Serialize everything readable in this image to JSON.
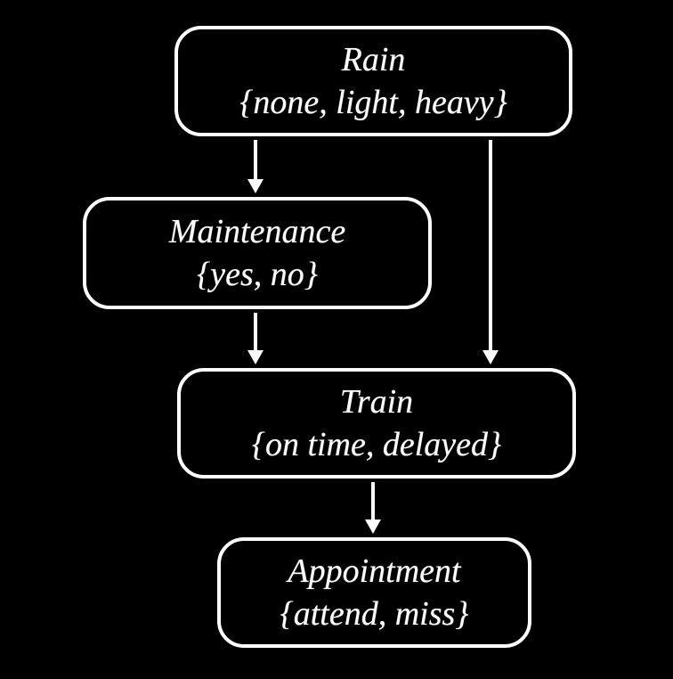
{
  "diagram": {
    "type": "bayesian-network",
    "nodes": [
      {
        "id": "rain",
        "label": "Rain",
        "domain": "{none, light, heavy}"
      },
      {
        "id": "maintenance",
        "label": "Maintenance",
        "domain": "{yes, no}"
      },
      {
        "id": "train",
        "label": "Train",
        "domain": "{on time, delayed}"
      },
      {
        "id": "appointment",
        "label": "Appointment",
        "domain": "{attend, miss}"
      }
    ],
    "edges": [
      {
        "from": "rain",
        "to": "maintenance"
      },
      {
        "from": "rain",
        "to": "train"
      },
      {
        "from": "maintenance",
        "to": "train"
      },
      {
        "from": "train",
        "to": "appointment"
      }
    ],
    "colors": {
      "background": "#000000",
      "node_fill": "#000000",
      "node_border": "#ffffff",
      "text": "#ffffff",
      "arrow": "#ffffff"
    }
  }
}
